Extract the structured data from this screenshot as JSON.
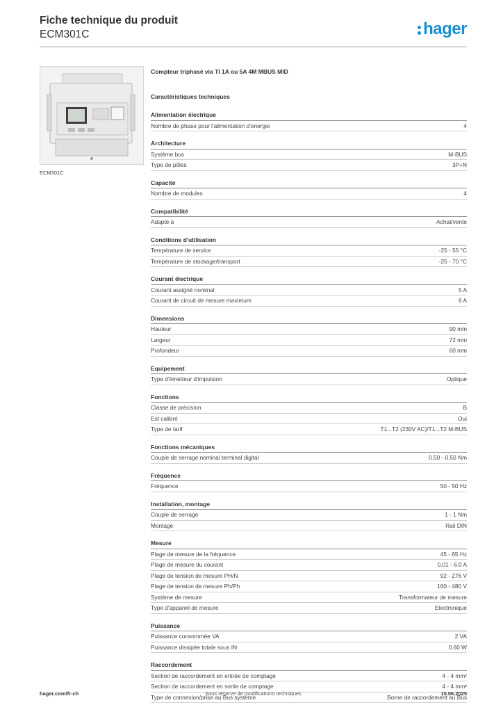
{
  "header": {
    "title": "Fiche technique du produit",
    "subtitle": "ECM301C",
    "logo_text": "hager"
  },
  "image": {
    "caption": "ECM301C"
  },
  "content": {
    "product_heading": "Compteur triphasé via TI 1A ou 5A 4M MBUS MID",
    "tech_heading": "Caractéristiques techniques",
    "sections": [
      {
        "title": "Alimentation électrique",
        "rows": [
          {
            "label": "Nombre de phase pour l'alimentation d'energie",
            "value": "4"
          }
        ]
      },
      {
        "title": "Architecture",
        "rows": [
          {
            "label": "Système bus",
            "value": "M-BUS"
          },
          {
            "label": "Type de pôles",
            "value": "3P+N"
          }
        ]
      },
      {
        "title": "Capacité",
        "rows": [
          {
            "label": "Nombre de modules",
            "value": "4"
          }
        ]
      },
      {
        "title": "Compatibilité",
        "rows": [
          {
            "label": "Adapté à",
            "value": "Achat/vente"
          }
        ]
      },
      {
        "title": "Conditions d'utilisation",
        "rows": [
          {
            "label": "Température de service",
            "value": "-25 - 55 °C"
          },
          {
            "label": "Température de stockage/transport",
            "value": "-25 - 70 °C"
          }
        ]
      },
      {
        "title": "Courant électrique",
        "rows": [
          {
            "label": "Courant assigné nominal",
            "value": "5 A"
          },
          {
            "label": "Courant de circuit de mesure maximum",
            "value": "6 A"
          }
        ]
      },
      {
        "title": "Dimensions",
        "rows": [
          {
            "label": "Hauteur",
            "value": "90 mm"
          },
          {
            "label": "Largeur",
            "value": "72 mm"
          },
          {
            "label": "Profondeur",
            "value": "60 mm"
          }
        ]
      },
      {
        "title": "Equipement",
        "rows": [
          {
            "label": "Type d'émetteur d'impulsion",
            "value": "Optique"
          }
        ]
      },
      {
        "title": "Fonctions",
        "rows": [
          {
            "label": "Classe de précision",
            "value": "B"
          },
          {
            "label": "Est calibré",
            "value": "Oui"
          },
          {
            "label": "Type de tarif",
            "value": "T1...T2 (230V AC)/T1...T2 M-BUS"
          }
        ]
      },
      {
        "title": "Fonctions mécaniques",
        "rows": [
          {
            "label": "Couple de serrage nominal terminal digital",
            "value": "0.50 - 0.50 Nm"
          }
        ]
      },
      {
        "title": "Fréquence",
        "rows": [
          {
            "label": "Fréquence",
            "value": "50 - 50 Hz"
          }
        ]
      },
      {
        "title": "Installation, montage",
        "rows": [
          {
            "label": "Couple de serrage",
            "value": "1 - 1 Nm"
          },
          {
            "label": "Montage",
            "value": "Rail DIN"
          }
        ]
      },
      {
        "title": "Mesure",
        "rows": [
          {
            "label": "Plage de mesure de la fréquence",
            "value": "45 - 65 Hz"
          },
          {
            "label": "Plage de mesure du courant",
            "value": "0.01 - 6.0 A"
          },
          {
            "label": "Plage de tension de mesure PH/N",
            "value": "92 - 276 V"
          },
          {
            "label": "Plage de tension de mesure Ph/Ph",
            "value": "160 - 480 V"
          },
          {
            "label": "Système de mesure",
            "value": "Transformateur de mesure"
          },
          {
            "label": "Type d'appareil de mesure",
            "value": "Electronique"
          }
        ]
      },
      {
        "title": "Puissance",
        "rows": [
          {
            "label": "Puissance consommée VA",
            "value": "2 VA"
          },
          {
            "label": "Puissance dissipée totale sous IN",
            "value": "0.60 W"
          }
        ]
      },
      {
        "title": "Raccordement",
        "rows": [
          {
            "label": "Section de raccordement en entrée de comptage",
            "value": "4 - 4 mm²"
          },
          {
            "label": "Section de raccordement en sortie de comptage",
            "value": "4 - 4 mm²"
          },
          {
            "label": "Type de connexion/prise au Bus système",
            "value": "Borne de raccordement au Bus"
          }
        ]
      }
    ]
  },
  "footer": {
    "left": "hager.com/fr-ch",
    "center": "Sous réserve de modifications techniques",
    "right": "15.06.2025"
  },
  "colors": {
    "brand": "#1a8fd0",
    "text": "#333333",
    "rule": "#9aa0a6"
  }
}
